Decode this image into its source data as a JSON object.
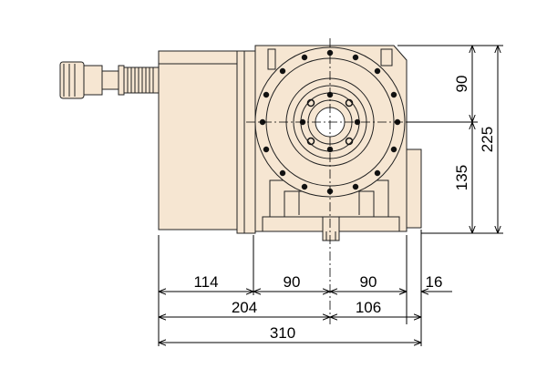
{
  "dimensions": {
    "horizontal": {
      "motor_depth": "114",
      "left_to_center_a": "90",
      "center_to_right": "90",
      "right_protrusion": "16",
      "left_to_center_total": "204",
      "center_to_end": "106",
      "overall_width": "310"
    },
    "vertical": {
      "center_to_top": "90",
      "center_to_bottom": "135",
      "overall_height": "225"
    }
  },
  "colors": {
    "body": "#f6e6d2",
    "outline": "#222222",
    "dimension": "#000000"
  }
}
